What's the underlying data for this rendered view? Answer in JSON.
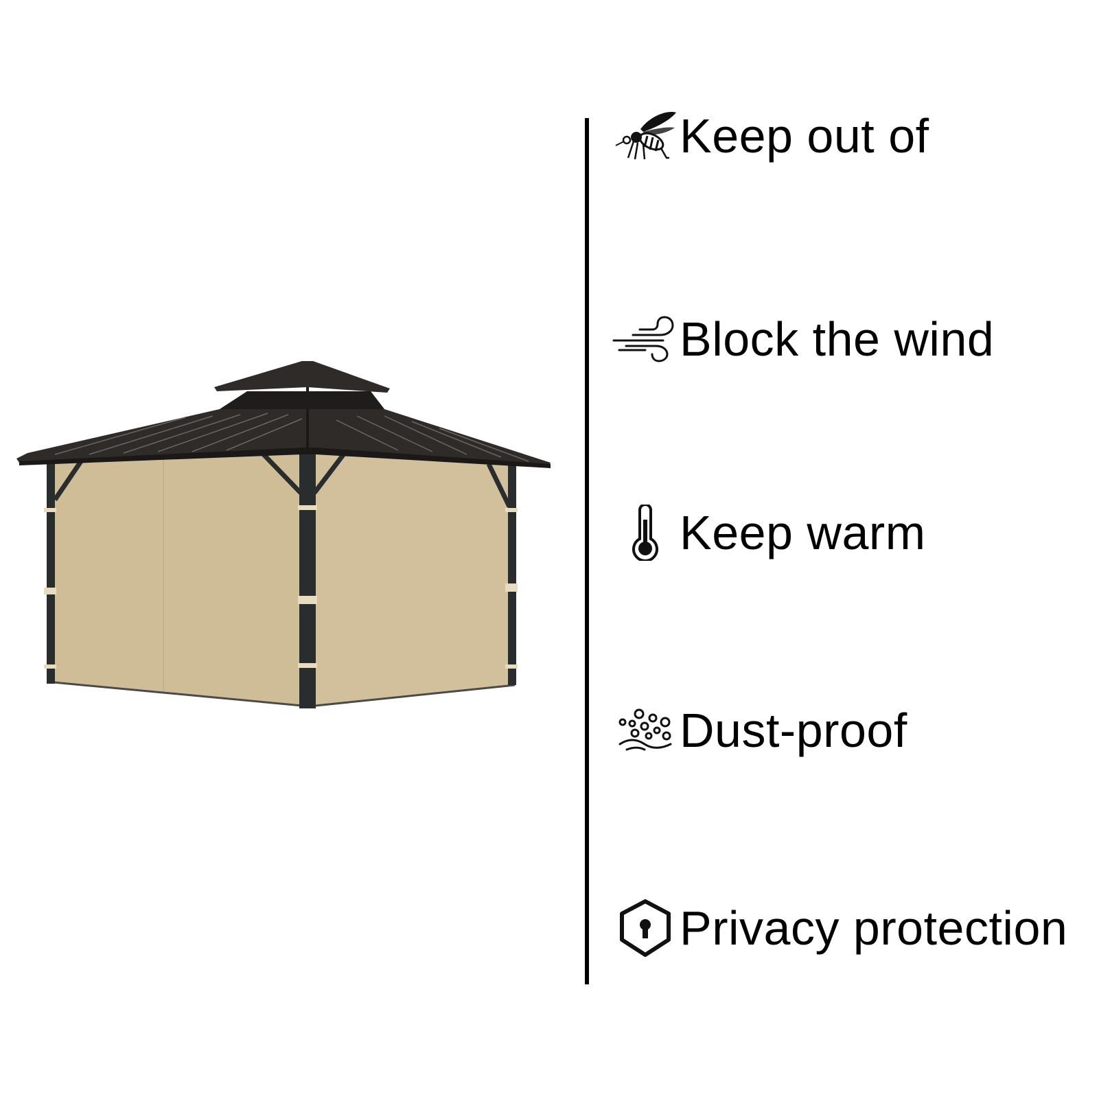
{
  "features": [
    {
      "label": "Keep out of",
      "icon": "mosquito-icon"
    },
    {
      "label": "Block the wind",
      "icon": "wind-icon"
    },
    {
      "label": "Keep warm",
      "icon": "thermometer-icon"
    },
    {
      "label": "Dust-proof",
      "icon": "dust-icon"
    },
    {
      "label": "Privacy protection",
      "icon": "shield-lock-icon"
    }
  ],
  "colors": {
    "curtain": "#cfbd98",
    "roof": "#2e2b29",
    "frame": "#2a2d2e",
    "text": "#000000"
  }
}
